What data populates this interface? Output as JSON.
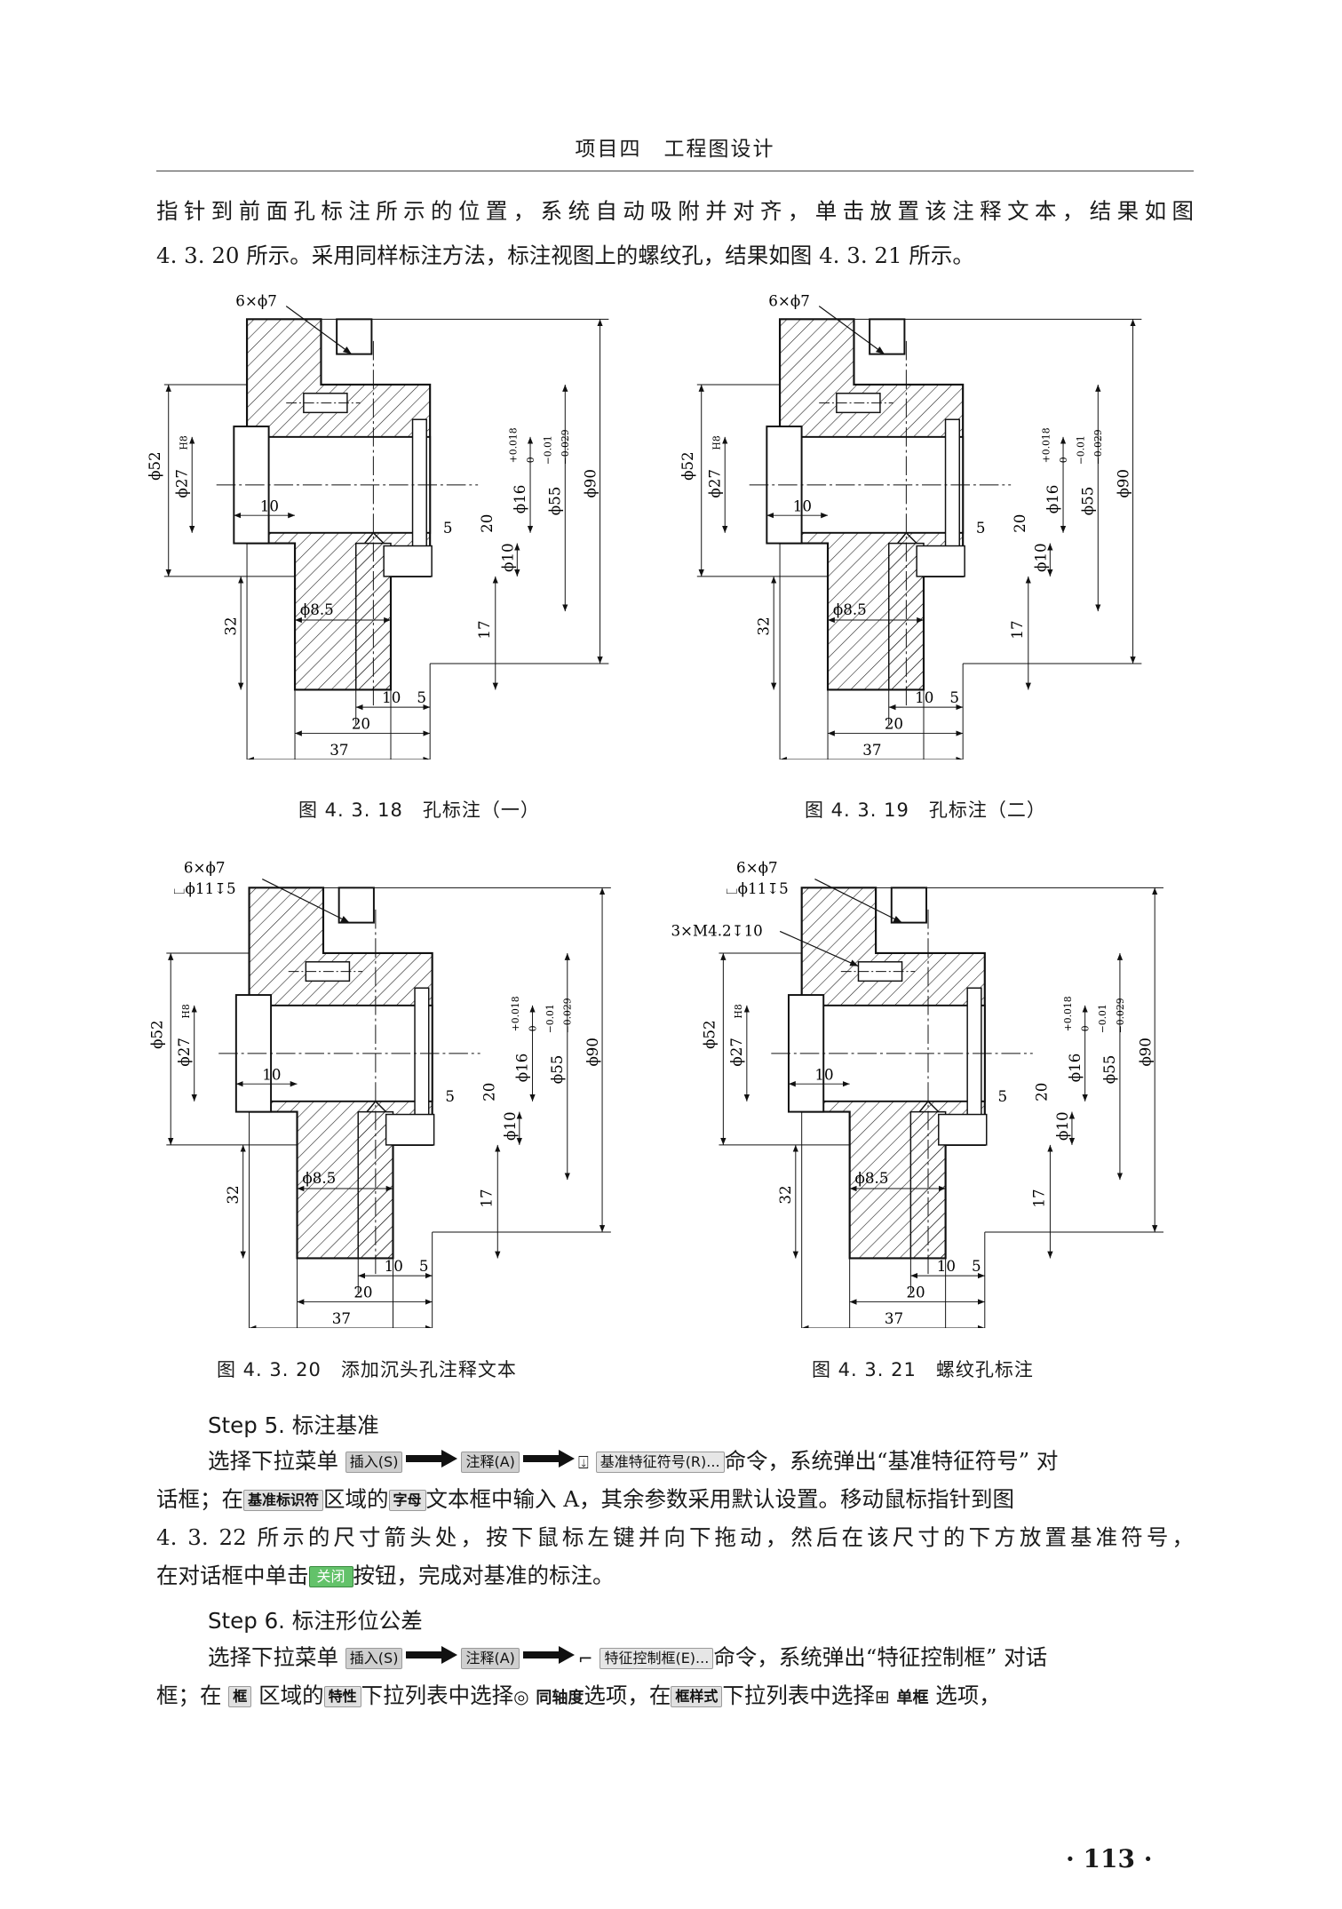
{
  "header": {
    "title": "项目四　工程图设计"
  },
  "intro": {
    "line1": "指针到前面孔标注所示的位置，系统自动吸附并对齐，单击放置该注释文本，结果如图",
    "line2": "4. 3. 20 所示。采用同样标注方法，标注视图上的螺纹孔，结果如图 4. 3. 21 所示。"
  },
  "figures": [
    {
      "caption": "图 4. 3. 18　孔标注（一）",
      "callout1": "6×ϕ7"
    },
    {
      "caption": "图 4. 3. 19　孔标注（二）",
      "callout1": "6×ϕ7"
    },
    {
      "caption": "图 4. 3. 20　添加沉头孔注释文本",
      "callout1": "6×ϕ7",
      "callout2": "⌴ϕ11↧5"
    },
    {
      "caption": "图 4. 3. 21　螺纹孔标注",
      "callout1": "6×ϕ7",
      "callout2": "⌴ϕ11↧5",
      "callout3": "3×M4.2↧10"
    }
  ],
  "dims": {
    "d52": "ϕ52",
    "d27": "ϕ27",
    "h8": "H8",
    "d16": "ϕ16",
    "d16tol_up": "+0.018",
    "d16tol_lo": "0",
    "d55": "ϕ55",
    "d55tol_up": "−0.01",
    "d55tol_lo": "−0.029",
    "d90": "ϕ90",
    "d10": "ϕ10",
    "d85": "ϕ8.5",
    "n10": "10",
    "n5": "5",
    "n20": "20",
    "n32": "32",
    "n17": "17",
    "n37": "37"
  },
  "step5": {
    "title": "Step 5.  标注基准",
    "l1_a": "选择下拉菜单",
    "menu_insert": "插入(S)",
    "menu_annot": "注释(A)",
    "menu_datum": "基准特征符号(R)...",
    "l1_b": "命令，系统弹出“基准特征符号” 对",
    "l2_a": "话框；在",
    "area_datum": "基准标识符",
    "l2_b": "区域的",
    "field_letter": "字母",
    "l2_c": "文本框中输入 A，其余参数采用默认设置。移动鼠标指针到图",
    "l3": "4. 3. 22 所示的尺寸箭头处，按下鼠标左键并向下拖动，然后在该尺寸的下方放置基准符号，",
    "l4_a": "在对话框中单击",
    "btn_close": "关闭",
    "l4_b": "按钮，完成对基准的标注。"
  },
  "step6": {
    "title": "Step 6.  标注形位公差",
    "l1_a": "选择下拉菜单",
    "menu_insert": "插入(S)",
    "menu_annot": "注释(A)",
    "menu_fcf": "特征控制框(E)...",
    "l1_b": "命令，系统弹出“特征控制框” 对话",
    "l2_a": "框；在",
    "area_frame": "框",
    "l2_b": "区域的",
    "dd_char": "特性",
    "l2_c": "下拉列表中选择",
    "opt_coax": "同轴度",
    "l2_d": "选项，在",
    "dd_style": "框样式",
    "l2_e": "下拉列表中选择",
    "opt_single": "单框",
    "l2_f": "选项，"
  },
  "page_number": "· 113 ·"
}
